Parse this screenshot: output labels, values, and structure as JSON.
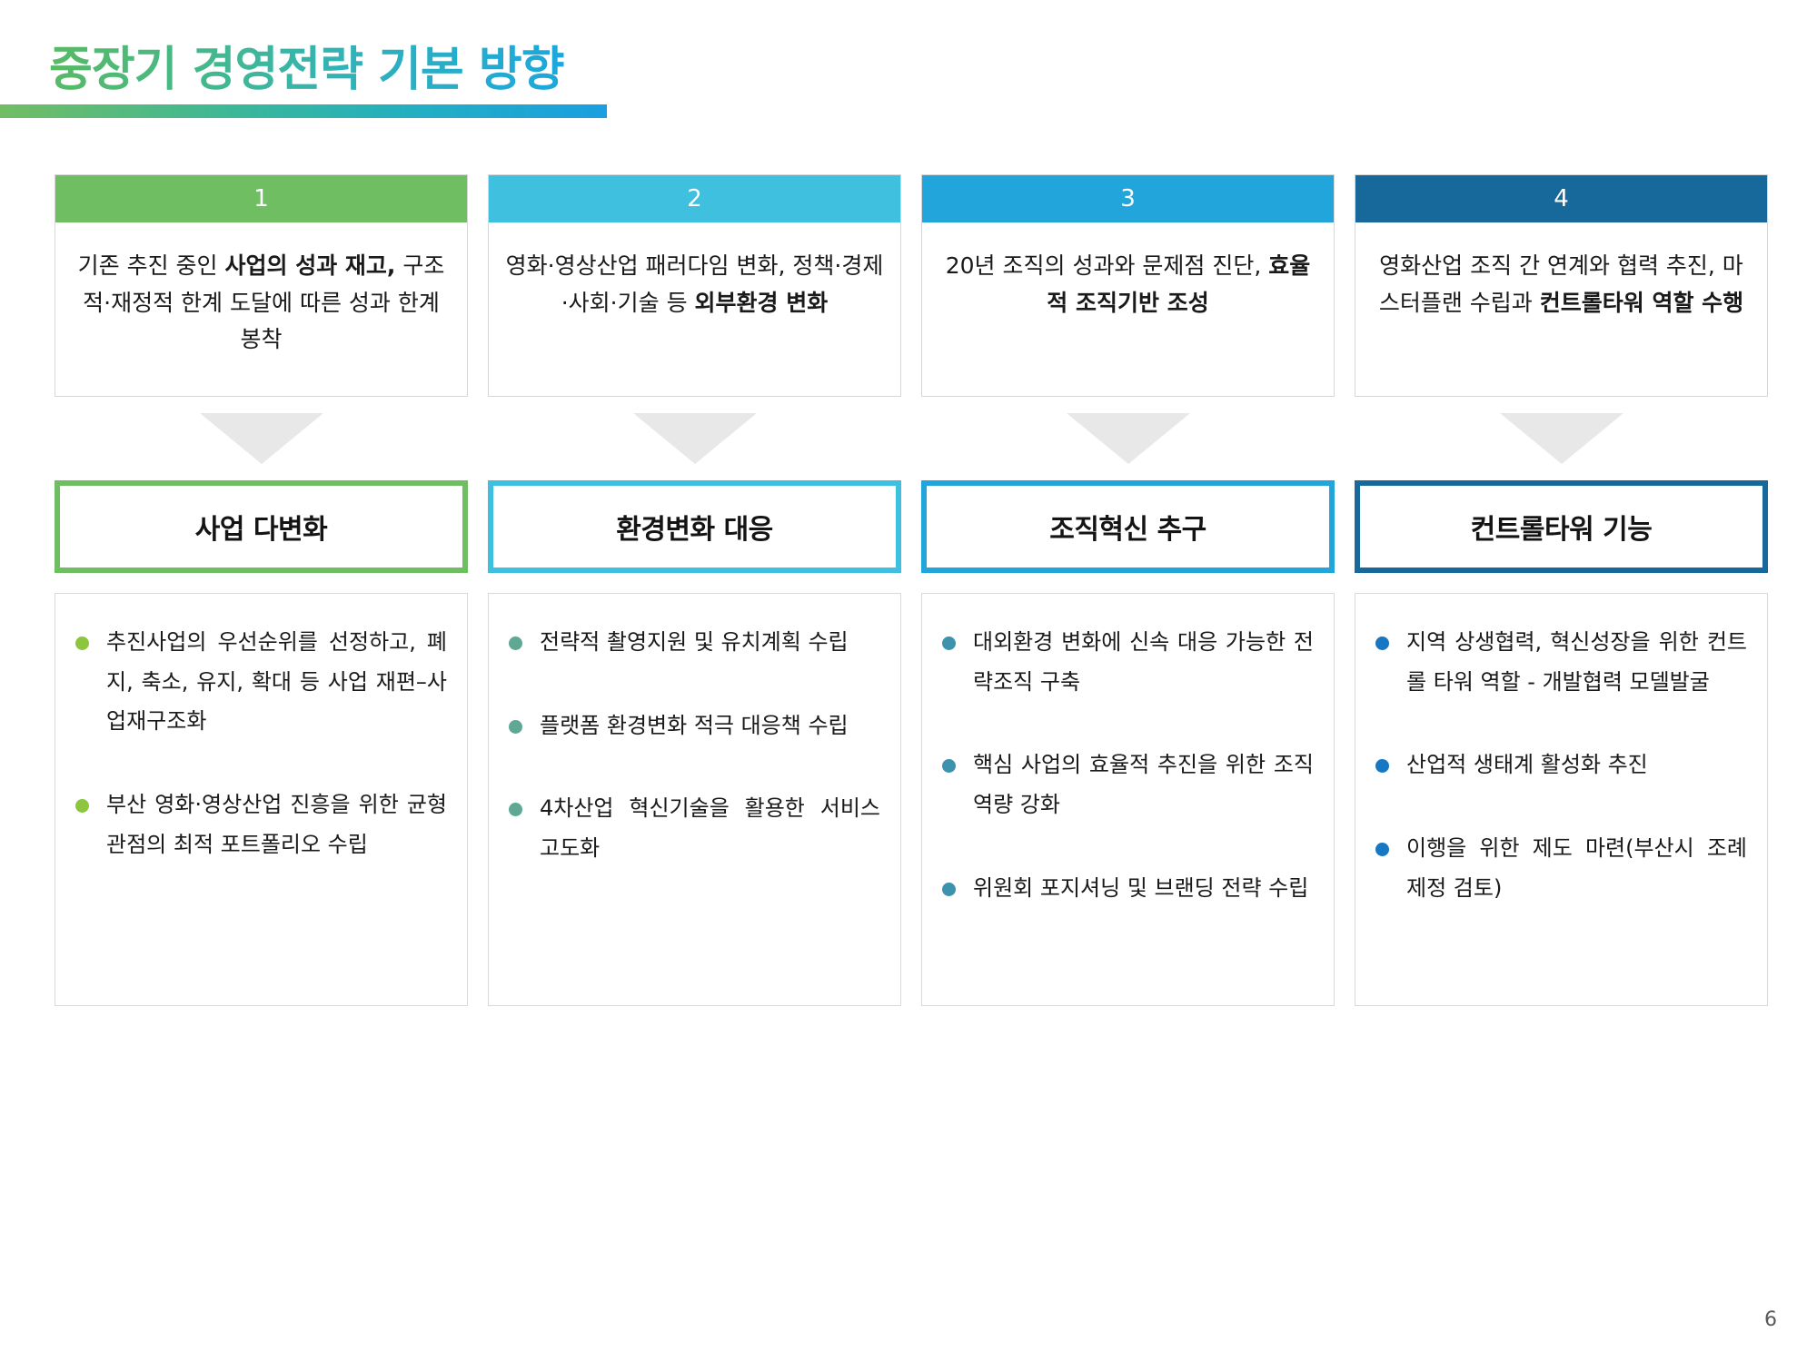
{
  "slide": {
    "title": "중장기 경영전략 기본 방향",
    "page_number": "6",
    "title_gradient_from": "#5fba58",
    "title_gradient_to": "#1ba7dd"
  },
  "columns": [
    {
      "number": "1",
      "header_color": "#6FBF62",
      "accent_color": "#6FBF62",
      "bullet_color": "#8CC63F",
      "top_text_lead": "기존 추진 중인 ",
      "top_text_bold": "사업의 성과 재고,",
      "top_text_rest": " 구조적·재정적 한계 도달에 따른 성과 한계 봉착",
      "label": "사업 다변화",
      "bullets": [
        "추진사업의 우선순위를 선정하고, 폐지, 축소, 유지, 확대 등 사업 재편–사업재구조화",
        "부산 영화·영상산업 진흥을 위한 균형 관점의 최적 포트폴리오 수립"
      ]
    },
    {
      "number": "2",
      "header_color": "#3FC0DE",
      "accent_color": "#3FC0DE",
      "bullet_color": "#5FA893",
      "top_text_lead": "영화·영상산업 패러다임 변화, 정책·경제·사회·기술 등 ",
      "top_text_bold": "외부환경 변화",
      "top_text_rest": "",
      "label": "환경변화 대응",
      "bullets": [
        "전략적 촬영지원 및 유치계획 수립",
        "플랫폼 환경변화 적극 대응책 수립",
        "4차산업  혁신기술을  활용한 서비스 고도화"
      ]
    },
    {
      "number": "3",
      "header_color": "#22A5DB",
      "accent_color": "#22A5DB",
      "bullet_color": "#3D93AD",
      "top_text_lead": "20년 조직의 성과와 문제점 진단, ",
      "top_text_bold": "효율적 조직기반 조성",
      "top_text_rest": "",
      "label": "조직혁신 추구",
      "bullets": [
        "대외환경 변화에 신속 대응 가능한 전략조직 구축",
        "핵심 사업의 효율적 추진을 위한 조직 역량 강화",
        "위원회 포지셔닝 및 브랜딩 전략 수립"
      ]
    },
    {
      "number": "4",
      "header_color": "#17699B",
      "accent_color": "#17699B",
      "bullet_color": "#1777C2",
      "top_text_lead": "영화산업 조직 간 연계와 협력 추진,  마스터플랜 수립과 ",
      "top_text_bold": "컨트롤타워 역할 수행",
      "top_text_rest": "",
      "label": "컨트롤타워 기능",
      "bullets": [
        "지역 상생협력, 혁신성장을 위한 컨트롤 타워 역할 - 개발협력 모델발굴",
        "산업적 생태계 활성화 추진",
        "이행을 위한 제도 마련(부산시 조례 제정 검토)"
      ]
    }
  ]
}
